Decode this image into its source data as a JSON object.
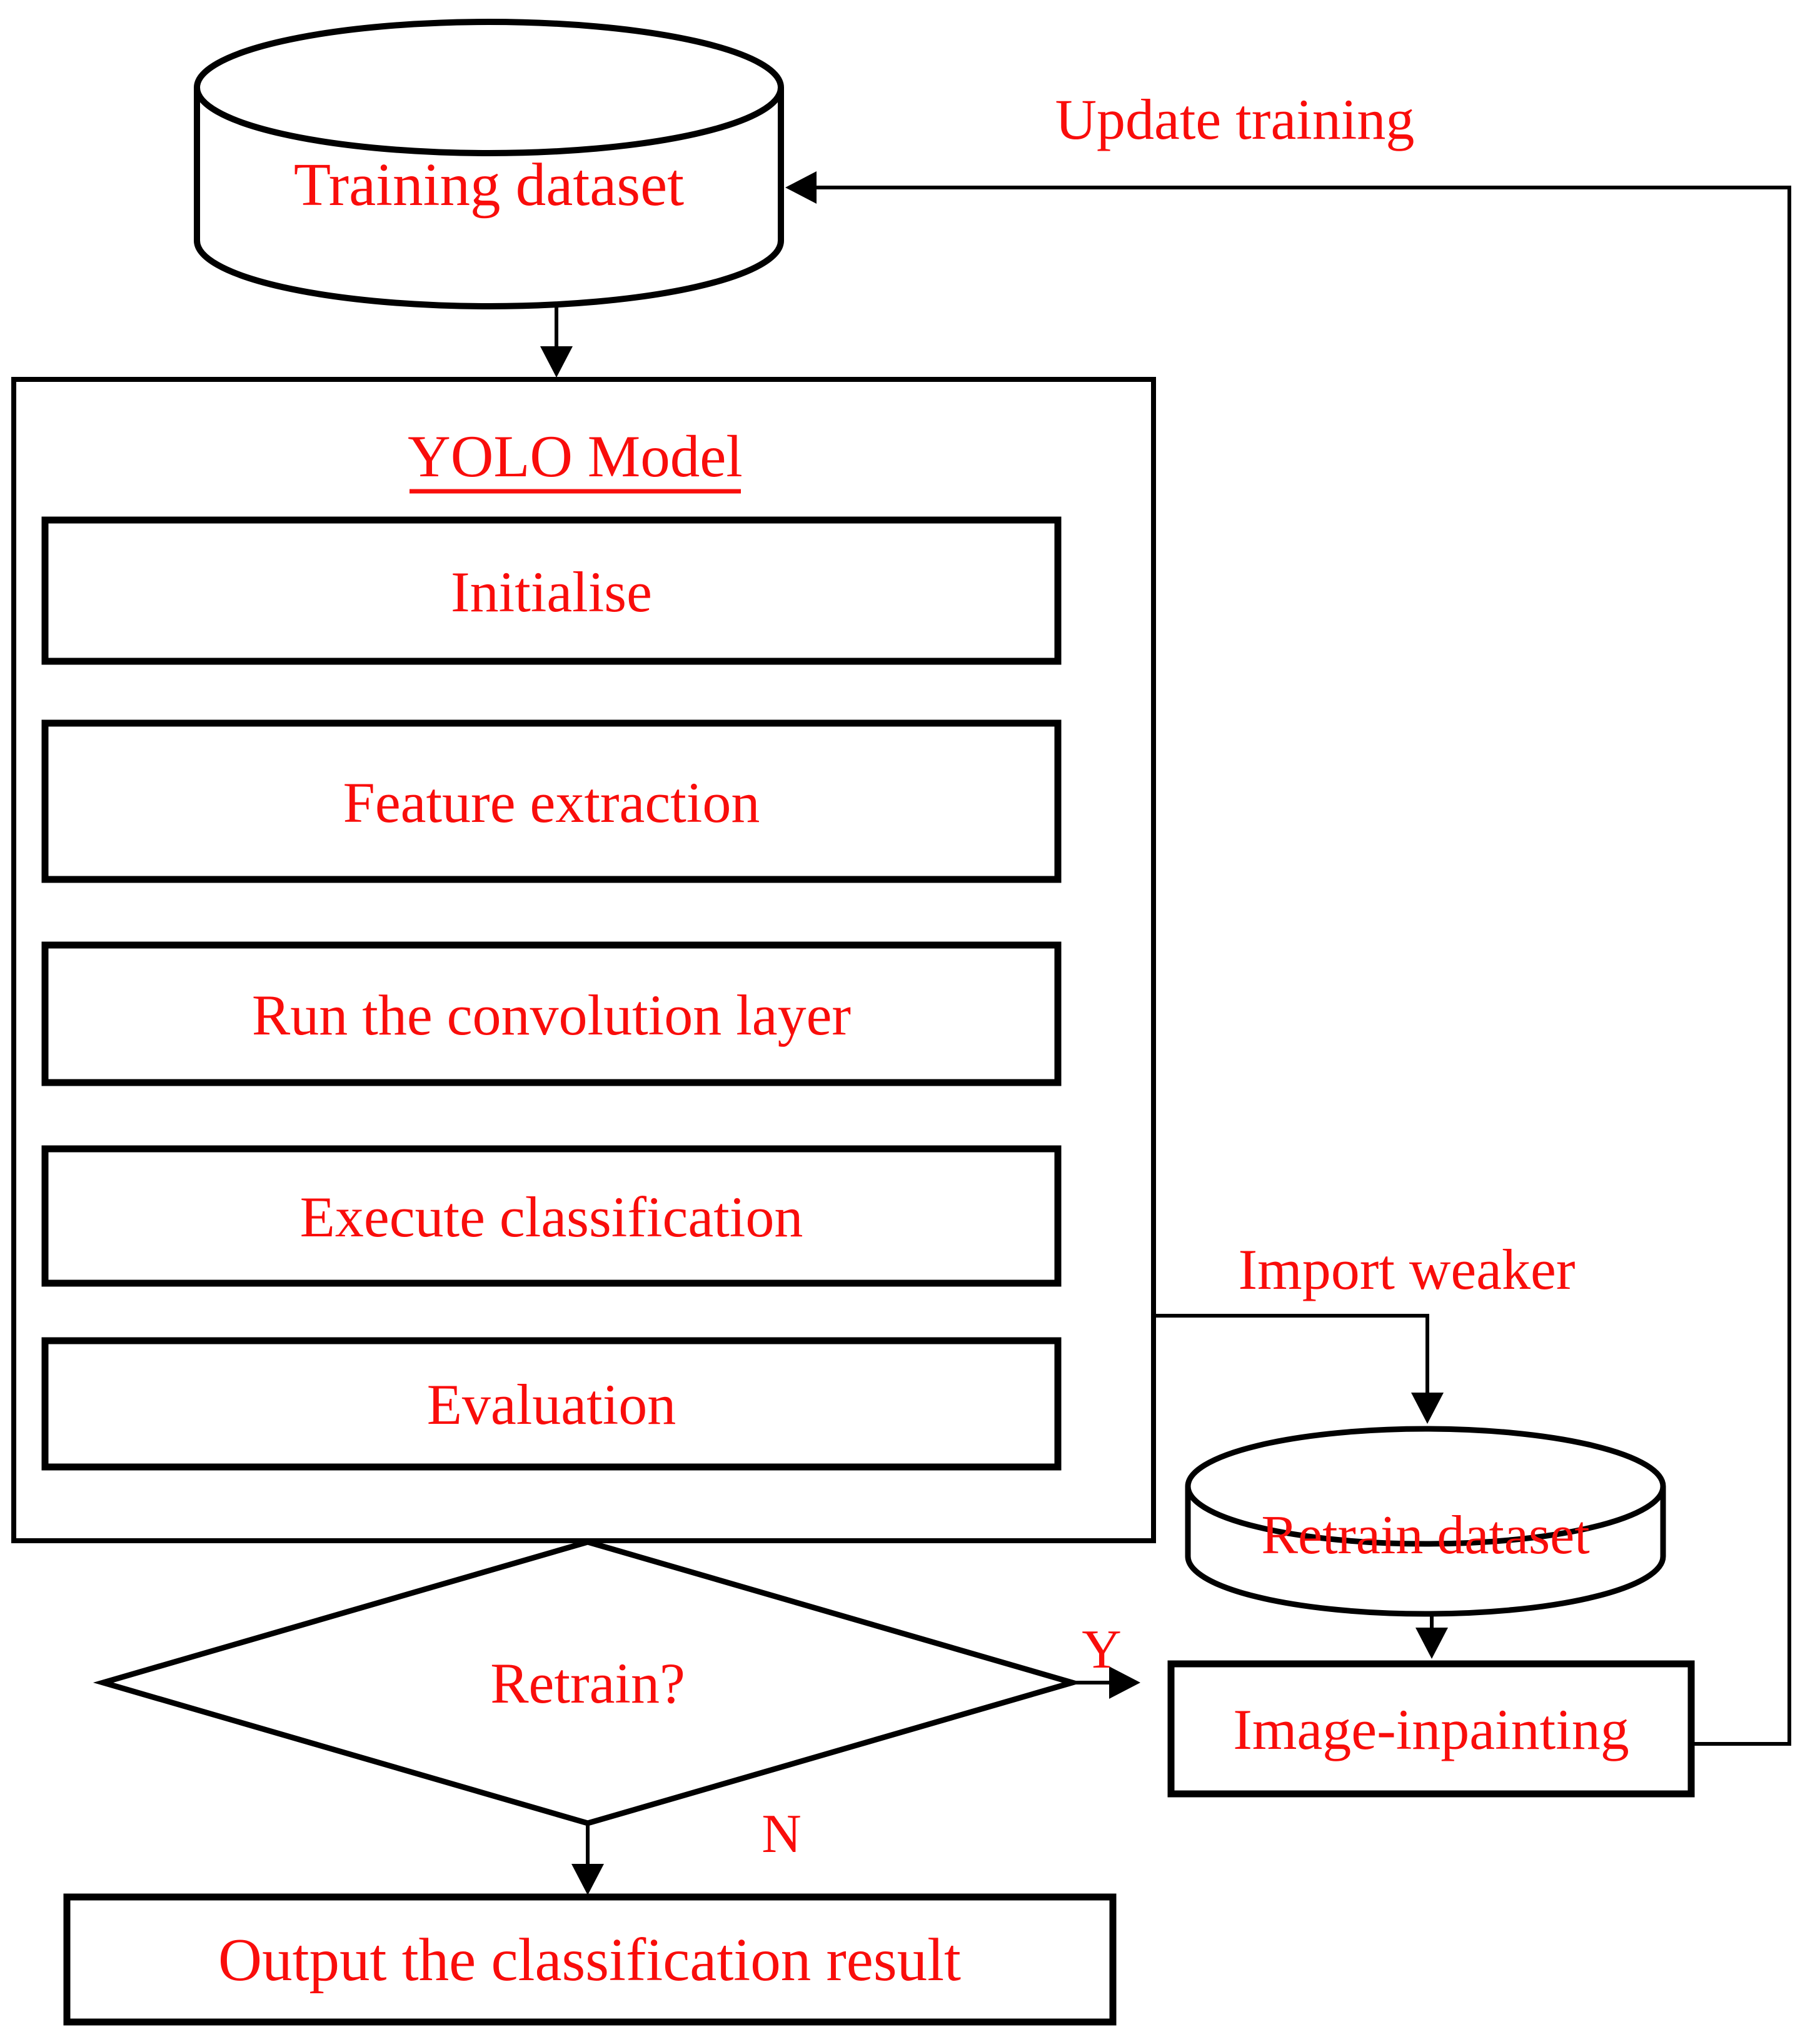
{
  "diagram": {
    "type": "flowchart",
    "background_color": "#ffffff",
    "line_color": "#000000",
    "text_color": "#f90d0b",
    "nodes": {
      "training_dataset": "Training dataset",
      "yolo_model_title": "YOLO Model",
      "initialise": "Initialise",
      "feature_extraction": "Feature extraction",
      "run_convolution": "Run the convolution layer",
      "execute_classification": "Execute classification",
      "evaluation": "Evaluation",
      "retrain_decision": "Retrain?",
      "retrain_dataset": "Retrain dataset",
      "image_inpainting": "Image-inpainting",
      "output_result": "Output the classification result"
    },
    "edge_labels": {
      "update_training": "Update training",
      "import_weaker": "Import weaker",
      "yes": "Y",
      "no": "N"
    }
  }
}
